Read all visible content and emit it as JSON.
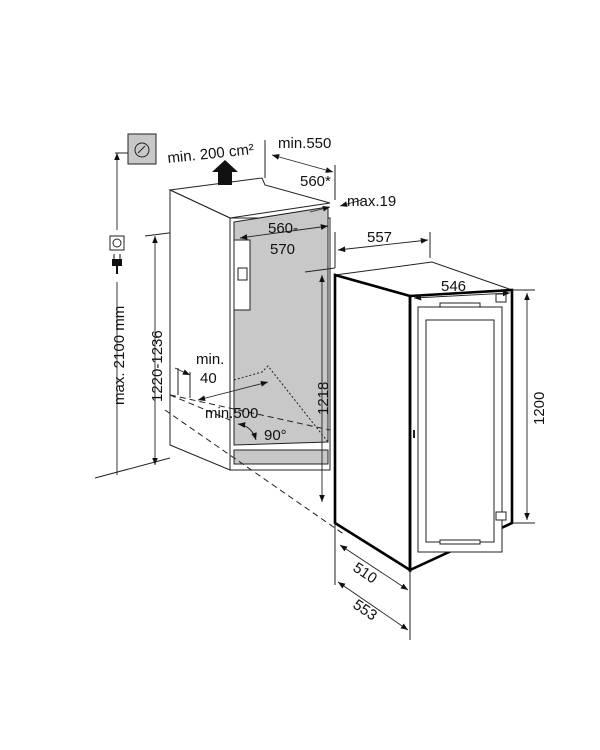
{
  "title": "Built-in wine cabinet installation dimensions",
  "colors": {
    "niche_interior": "#c8c8c8",
    "outline": "#222222",
    "appliance_outline": "#000000"
  },
  "labels": {
    "ventilation": "min. 200 cm²",
    "depth_min": "min.550",
    "depth_alt": "560*",
    "max_gap": "max.19",
    "niche_width_a": "560-",
    "niche_width_b": "570",
    "appliance_width": "557",
    "door_width": "546",
    "min_40_a": "min.",
    "min_40_b": "40",
    "min_500": "min.500",
    "angle": "90°",
    "niche_inner_height": "1218",
    "niche_height": "1220-1236",
    "max_height": "max. 2100 mm",
    "appliance_height": "1200",
    "appliance_depth": "510",
    "appliance_depth_door": "553"
  },
  "icons": [
    "wall-vent-icon",
    "power-socket-icon",
    "power-plug-icon",
    "airflow-arrow-icon"
  ]
}
